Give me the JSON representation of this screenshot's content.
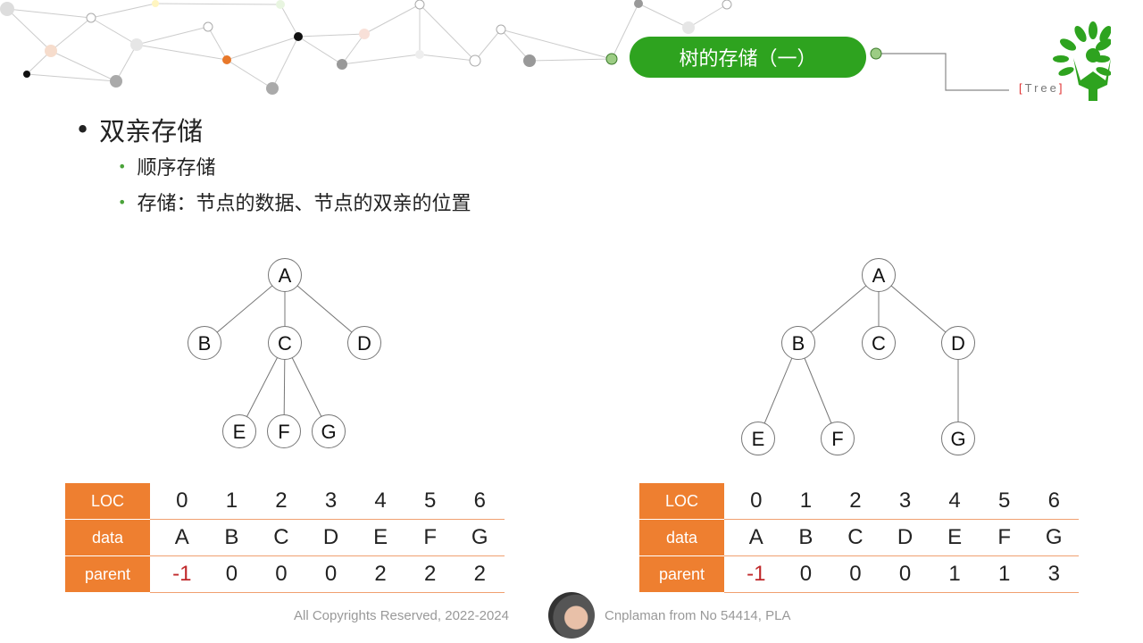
{
  "header": {
    "title": "树的存储（一）",
    "tag_open": "[",
    "tag_text": "Tree",
    "tag_close": "]"
  },
  "bullets": {
    "main": "双亲存储",
    "sub": [
      "顺序存储",
      "存储：节点的数据、节点的双亲的位置"
    ]
  },
  "colors": {
    "brand_green": "#2ea31f",
    "header_orange": "#ee7f30",
    "negative_red": "#c0282a"
  },
  "tables": [
    {
      "row_labels": [
        "LOC",
        "data",
        "parent"
      ],
      "loc": [
        "0",
        "1",
        "2",
        "3",
        "4",
        "5",
        "6"
      ],
      "data": [
        "A",
        "B",
        "C",
        "D",
        "E",
        "F",
        "G"
      ],
      "parent": [
        "-1",
        "0",
        "0",
        "0",
        "2",
        "2",
        "2"
      ]
    },
    {
      "row_labels": [
        "LOC",
        "data",
        "parent"
      ],
      "loc": [
        "0",
        "1",
        "2",
        "3",
        "4",
        "5",
        "6"
      ],
      "data": [
        "A",
        "B",
        "C",
        "D",
        "E",
        "F",
        "G"
      ],
      "parent": [
        "-1",
        "0",
        "0",
        "0",
        "1",
        "1",
        "3"
      ]
    }
  ],
  "footer": {
    "copyright": "All Copyrights Reserved, 2022-2024",
    "author": "Cnplaman from No 54414, PLA"
  }
}
